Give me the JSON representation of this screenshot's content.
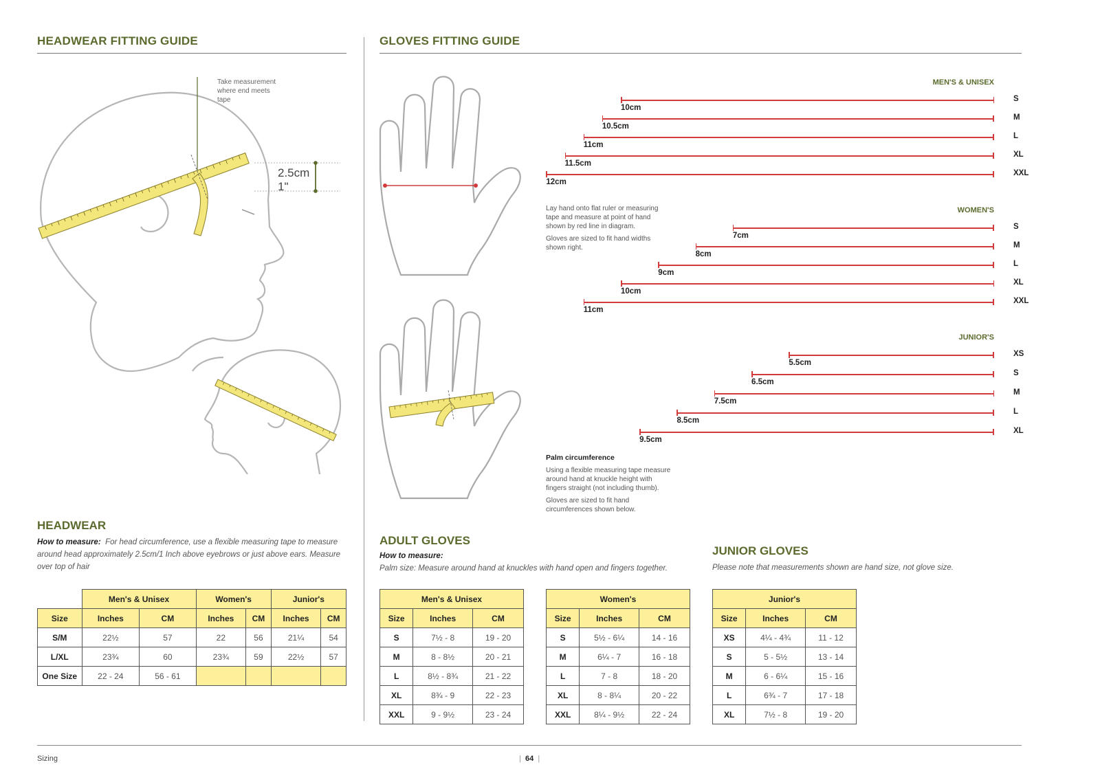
{
  "headwear_guide": {
    "title": "HEADWEAR FITTING GUIDE",
    "callout": [
      "Take measurement",
      "where end meets",
      "tape"
    ],
    "offset_cm": "2.5cm",
    "offset_in": "1\""
  },
  "gloves_guide": {
    "title": "GLOVES FITTING GUIDE",
    "width_note_1": [
      "Lay hand onto flat ruler or measuring",
      "tape and measure at point of hand",
      "shown by red line in diagram."
    ],
    "width_note_2": [
      "Gloves are sized to fit hand widths",
      "shown right."
    ],
    "palm_title": "Palm circumference",
    "palm_note_1": [
      "Using a flexible measuring tape measure",
      "around hand at knuckle height with",
      "fingers straight (not including thumb)."
    ],
    "palm_note_2": [
      "Gloves are sized to fit hand",
      "circumferences shown below."
    ],
    "groups": [
      {
        "name": "MEN'S & UNISEX",
        "rows": [
          {
            "len": "10cm",
            "size": "S",
            "value_cm": 10
          },
          {
            "len": "10.5cm",
            "size": "M",
            "value_cm": 10.5
          },
          {
            "len": "11cm",
            "size": "L",
            "value_cm": 11
          },
          {
            "len": "11.5cm",
            "size": "XL",
            "value_cm": 11.5
          },
          {
            "len": "12cm",
            "size": "XXL",
            "value_cm": 12
          }
        ]
      },
      {
        "name": "WOMEN'S",
        "rows": [
          {
            "len": "7cm",
            "size": "S",
            "value_cm": 7
          },
          {
            "len": "8cm",
            "size": "M",
            "value_cm": 8
          },
          {
            "len": "9cm",
            "size": "L",
            "value_cm": 9
          },
          {
            "len": "10cm",
            "size": "XL",
            "value_cm": 10
          },
          {
            "len": "11cm",
            "size": "XXL",
            "value_cm": 11
          }
        ]
      },
      {
        "name": "JUNIOR'S",
        "rows": [
          {
            "len": "5.5cm",
            "size": "XS",
            "value_cm": 5.5
          },
          {
            "len": "6.5cm",
            "size": "S",
            "value_cm": 6.5
          },
          {
            "len": "7.5cm",
            "size": "M",
            "value_cm": 7.5
          },
          {
            "len": "8.5cm",
            "size": "L",
            "value_cm": 8.5
          },
          {
            "len": "9.5cm",
            "size": "XL",
            "value_cm": 9.5
          }
        ]
      }
    ]
  },
  "headwear": {
    "title": "HEADWEAR",
    "how_label": "How to measure:",
    "how_text": "For head circumference, use a flexible measuring tape to measure around head approximately 2.5cm/1 Inch above eyebrows or just above ears. Measure over top of hair",
    "table": {
      "groups": [
        "Men's & Unisex",
        "Women's",
        "Junior's"
      ],
      "cols": [
        "Size",
        "Inches",
        "CM",
        "Inches",
        "CM",
        "Inches",
        "CM"
      ],
      "rows": [
        [
          "S/M",
          "22½",
          "57",
          "22",
          "56",
          "21¼",
          "54"
        ],
        [
          "L/XL",
          "23¾",
          "60",
          "23¾",
          "59",
          "22½",
          "57"
        ],
        [
          "One Size",
          "22 - 24",
          "56 - 61",
          "",
          "",
          "",
          ""
        ]
      ]
    }
  },
  "adult_gloves": {
    "title": "ADULT GLOVES",
    "how_label": "How to measure:",
    "how_text": "Palm size: Measure around hand at knuckles with hand open and fingers together.",
    "mens": {
      "group": "Men's & Unisex",
      "cols": [
        "Size",
        "Inches",
        "CM"
      ],
      "rows": [
        [
          "S",
          "7½ - 8",
          "19 - 20"
        ],
        [
          "M",
          "8 - 8½",
          "20 - 21"
        ],
        [
          "L",
          "8½ - 8¾",
          "21 - 22"
        ],
        [
          "XL",
          "8¾ - 9",
          "22 - 23"
        ],
        [
          "XXL",
          "9 - 9½",
          "23 - 24"
        ]
      ]
    },
    "womens": {
      "group": "Women's",
      "cols": [
        "Size",
        "Inches",
        "CM"
      ],
      "rows": [
        [
          "S",
          "5½ - 6¼",
          "14 - 16"
        ],
        [
          "M",
          "6¼ - 7",
          "16 - 18"
        ],
        [
          "L",
          "7 - 8",
          "18 - 20"
        ],
        [
          "XL",
          "8 - 8¼",
          "20 - 22"
        ],
        [
          "XXL",
          "8¼ - 9½",
          "22 - 24"
        ]
      ]
    }
  },
  "junior_gloves": {
    "title": "JUNIOR GLOVES",
    "note": "Please note that measurements shown are hand size, not glove size.",
    "table": {
      "group": "Junior's",
      "cols": [
        "Size",
        "Inches",
        "CM"
      ],
      "rows": [
        [
          "XS",
          "4¼ - 4¾",
          "11 - 12"
        ],
        [
          "S",
          "5 - 5½",
          "13 - 14"
        ],
        [
          "M",
          "6 - 6¼",
          "15 - 16"
        ],
        [
          "L",
          "6¾ - 7",
          "17 - 18"
        ],
        [
          "XL",
          "7½ - 8",
          "19 - 20"
        ]
      ]
    }
  },
  "footer": {
    "section": "Sizing",
    "page": "64"
  },
  "colors": {
    "accent": "#5b6b2e",
    "table_header": "#fcf09a",
    "measure_line": "#d23b3b",
    "tape": "#f3e67a"
  }
}
